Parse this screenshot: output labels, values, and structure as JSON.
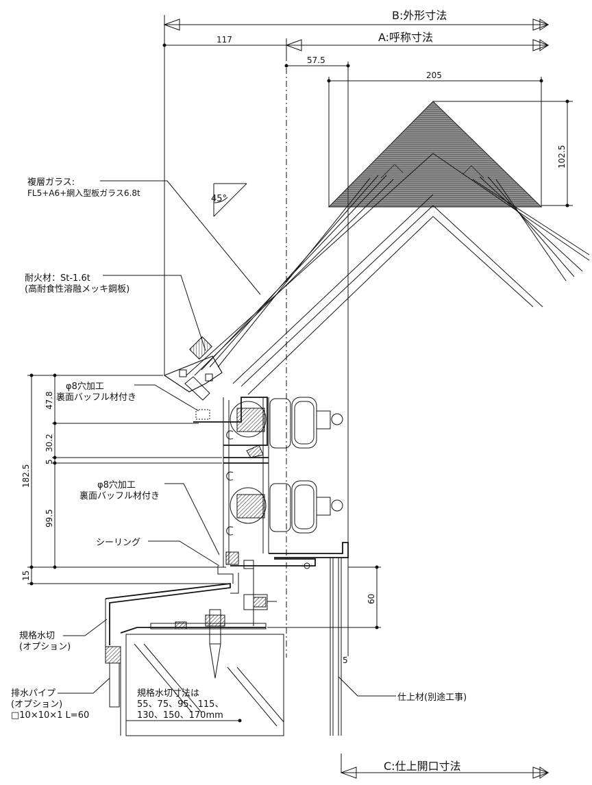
{
  "dims": {
    "b_outer": "B:外形寸法",
    "a_nominal": "A:呼称寸法",
    "c_finish": "C:仕上開口寸法",
    "d117": "117",
    "d57_5": "57.5",
    "d205": "205",
    "d102_5": "102.5",
    "d47_8": "47.8",
    "d30_2": "30.2",
    "d5a": "5",
    "d182_5": "182.5",
    "d99_5": "99.5",
    "d15": "15",
    "d60": "60",
    "d5b": "5",
    "angle": "45°"
  },
  "labels": {
    "glass_title": "複層ガラス:",
    "glass_spec": "FL5+A6+網入型板ガラス6.8t",
    "fire_title": "耐火材：St-1.6t",
    "fire_spec": "(高耐食性溶融メッキ鋼板)",
    "hole1_a": "φ8穴加工",
    "hole1_b": "裏面バッフル材付き",
    "hole2_a": "φ8穴加工",
    "hole2_b": "裏面バッフル材付き",
    "sealing": "シーリング",
    "flashing_a": "規格水切",
    "flashing_b": "(オプション)",
    "drain_a": "排水パイプ",
    "drain_b": "(オプション)",
    "drain_c": "□10×10×1 L=60",
    "std_a": "規格水切寸法は",
    "std_b": "55、75、95、115、",
    "std_c": "130、150、170mm",
    "finish": "仕上材(別途工事)"
  }
}
